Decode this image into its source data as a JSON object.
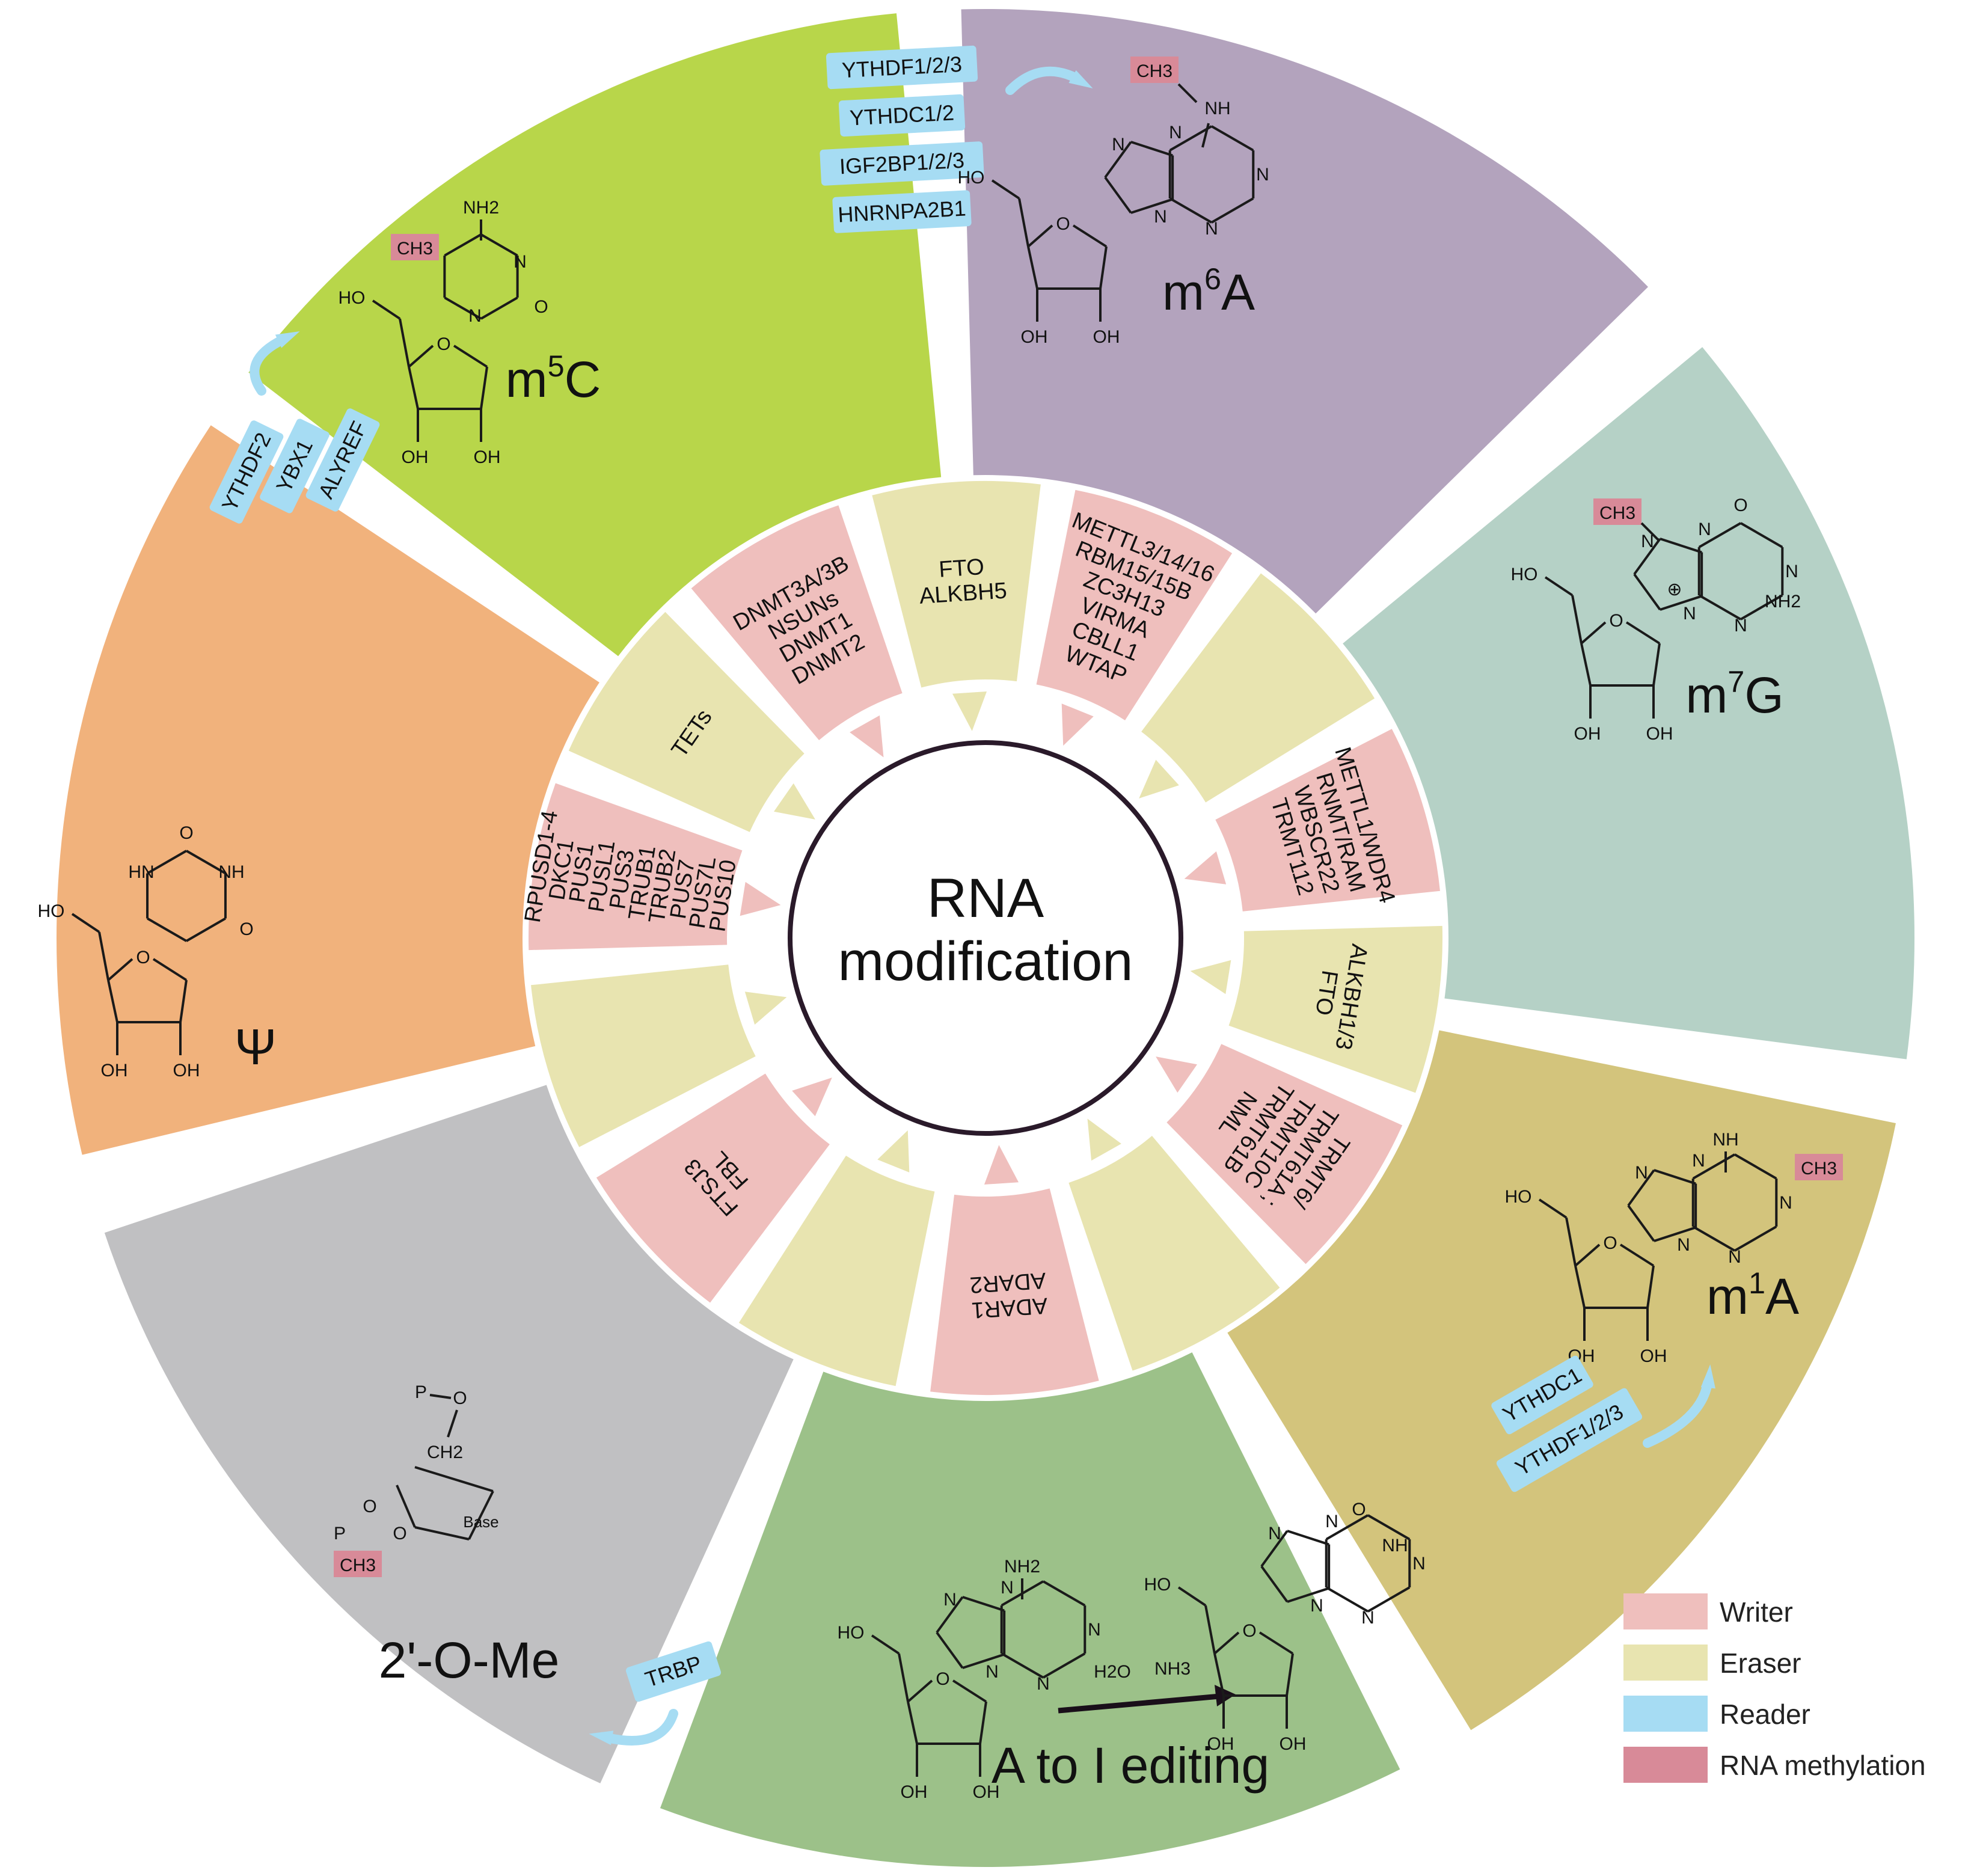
{
  "center": {
    "line1": "RNA",
    "line2": "modification"
  },
  "colors": {
    "writer": "#efbfbd",
    "eraser": "#e8e4b0",
    "reader": "#a6dcf3",
    "methyl": "#d88a98",
    "m6A": "#b3a3bd",
    "m7G": "#b5d1c6",
    "m1A": "#d3c47c",
    "AtoI": "#9cc189",
    "OMe": "#c0c0c2",
    "psi": "#f1b27c",
    "m5C": "#b8d64a"
  },
  "legend": [
    {
      "label": "Writer",
      "color": "#efbfbd"
    },
    {
      "label": "Eraser",
      "color": "#e8e4b0"
    },
    {
      "label": "Reader",
      "color": "#a6dcf3"
    },
    {
      "label": "RNA methylation",
      "color": "#d88a98"
    }
  ],
  "inner_sectors": [
    {
      "role": "writer",
      "lines": [
        "METTL3/14/16",
        "RBM15/15B",
        "ZC3H13",
        "VIRMA",
        "CBLL1",
        "WTAP"
      ]
    },
    {
      "role": "eraser",
      "lines": []
    },
    {
      "role": "writer",
      "lines": [
        "METTL1/WDR4",
        "RNMT/RAM",
        "WBSCR22",
        "TRMT112"
      ]
    },
    {
      "role": "eraser",
      "lines": [
        "ALKBH1/3",
        "FTO"
      ]
    },
    {
      "role": "writer",
      "lines": [
        "TRMT6/",
        "TRMT61A ;",
        "TRMT10C",
        "TRMT61B",
        "NML"
      ]
    },
    {
      "role": "eraser",
      "lines": []
    },
    {
      "role": "writer",
      "lines": [
        "ADAR1",
        "ADAR2"
      ]
    },
    {
      "role": "eraser",
      "lines": []
    },
    {
      "role": "writer",
      "lines": [
        "FTSJ3",
        "FBL"
      ]
    },
    {
      "role": "eraser",
      "lines": []
    },
    {
      "role": "writer",
      "lines": [
        "RPUSD1-4",
        "DKC1",
        "PUS1",
        "PUSL1",
        "PUS3",
        "TRUB1",
        "TRUB2",
        "PUS7",
        "PUS7L",
        "PUS10"
      ]
    },
    {
      "role": "eraser",
      "lines": [
        "TETs"
      ]
    },
    {
      "role": "writer",
      "lines": [
        "DNMT3A/3B",
        "NSUNs",
        "DNMT1",
        "DNMT2"
      ]
    },
    {
      "role": "eraser",
      "lines": [
        "FTO",
        "ALKBH5"
      ]
    }
  ],
  "outer_sectors": [
    {
      "key": "m6A",
      "label_base": "m",
      "label_sup": "6",
      "label_tail": "A",
      "readers": [
        "YTHDF1/2/3",
        "YTHDC1/2",
        "IGF2BP1/2/3",
        "HNRNPA2B1"
      ]
    },
    {
      "key": "m7G",
      "label_base": "m",
      "label_sup": "7",
      "label_tail": "G",
      "readers": []
    },
    {
      "key": "m1A",
      "label_base": "m",
      "label_sup": "1",
      "label_tail": "A",
      "readers": [
        "YTHDC1",
        "YTHDF1/2/3"
      ]
    },
    {
      "key": "AtoI",
      "label_base": "A to I editing",
      "label_sup": "",
      "label_tail": "",
      "readers": []
    },
    {
      "key": "OMe",
      "label_base": "2'-O-Me",
      "label_sup": "",
      "label_tail": "",
      "readers": [
        "TRBP"
      ]
    },
    {
      "key": "psi",
      "label_base": "Ψ",
      "label_sup": "",
      "label_tail": "",
      "readers": []
    },
    {
      "key": "m5C",
      "label_base": "m",
      "label_sup": "5",
      "label_tail": "C",
      "readers": [
        "YTHDF2",
        "YBX1",
        "ALYREF"
      ]
    }
  ],
  "chem_labels": {
    "methyl": "CH3",
    "oh": "OH",
    "ho": "HO",
    "o": "O",
    "n": "N",
    "nh": "NH",
    "hn": "HN",
    "nh2": "NH2",
    "h2o": "H2O",
    "nh3": "NH3",
    "ch2": "CH2",
    "base": "Base",
    "p": "P",
    "plus": "⊕"
  }
}
